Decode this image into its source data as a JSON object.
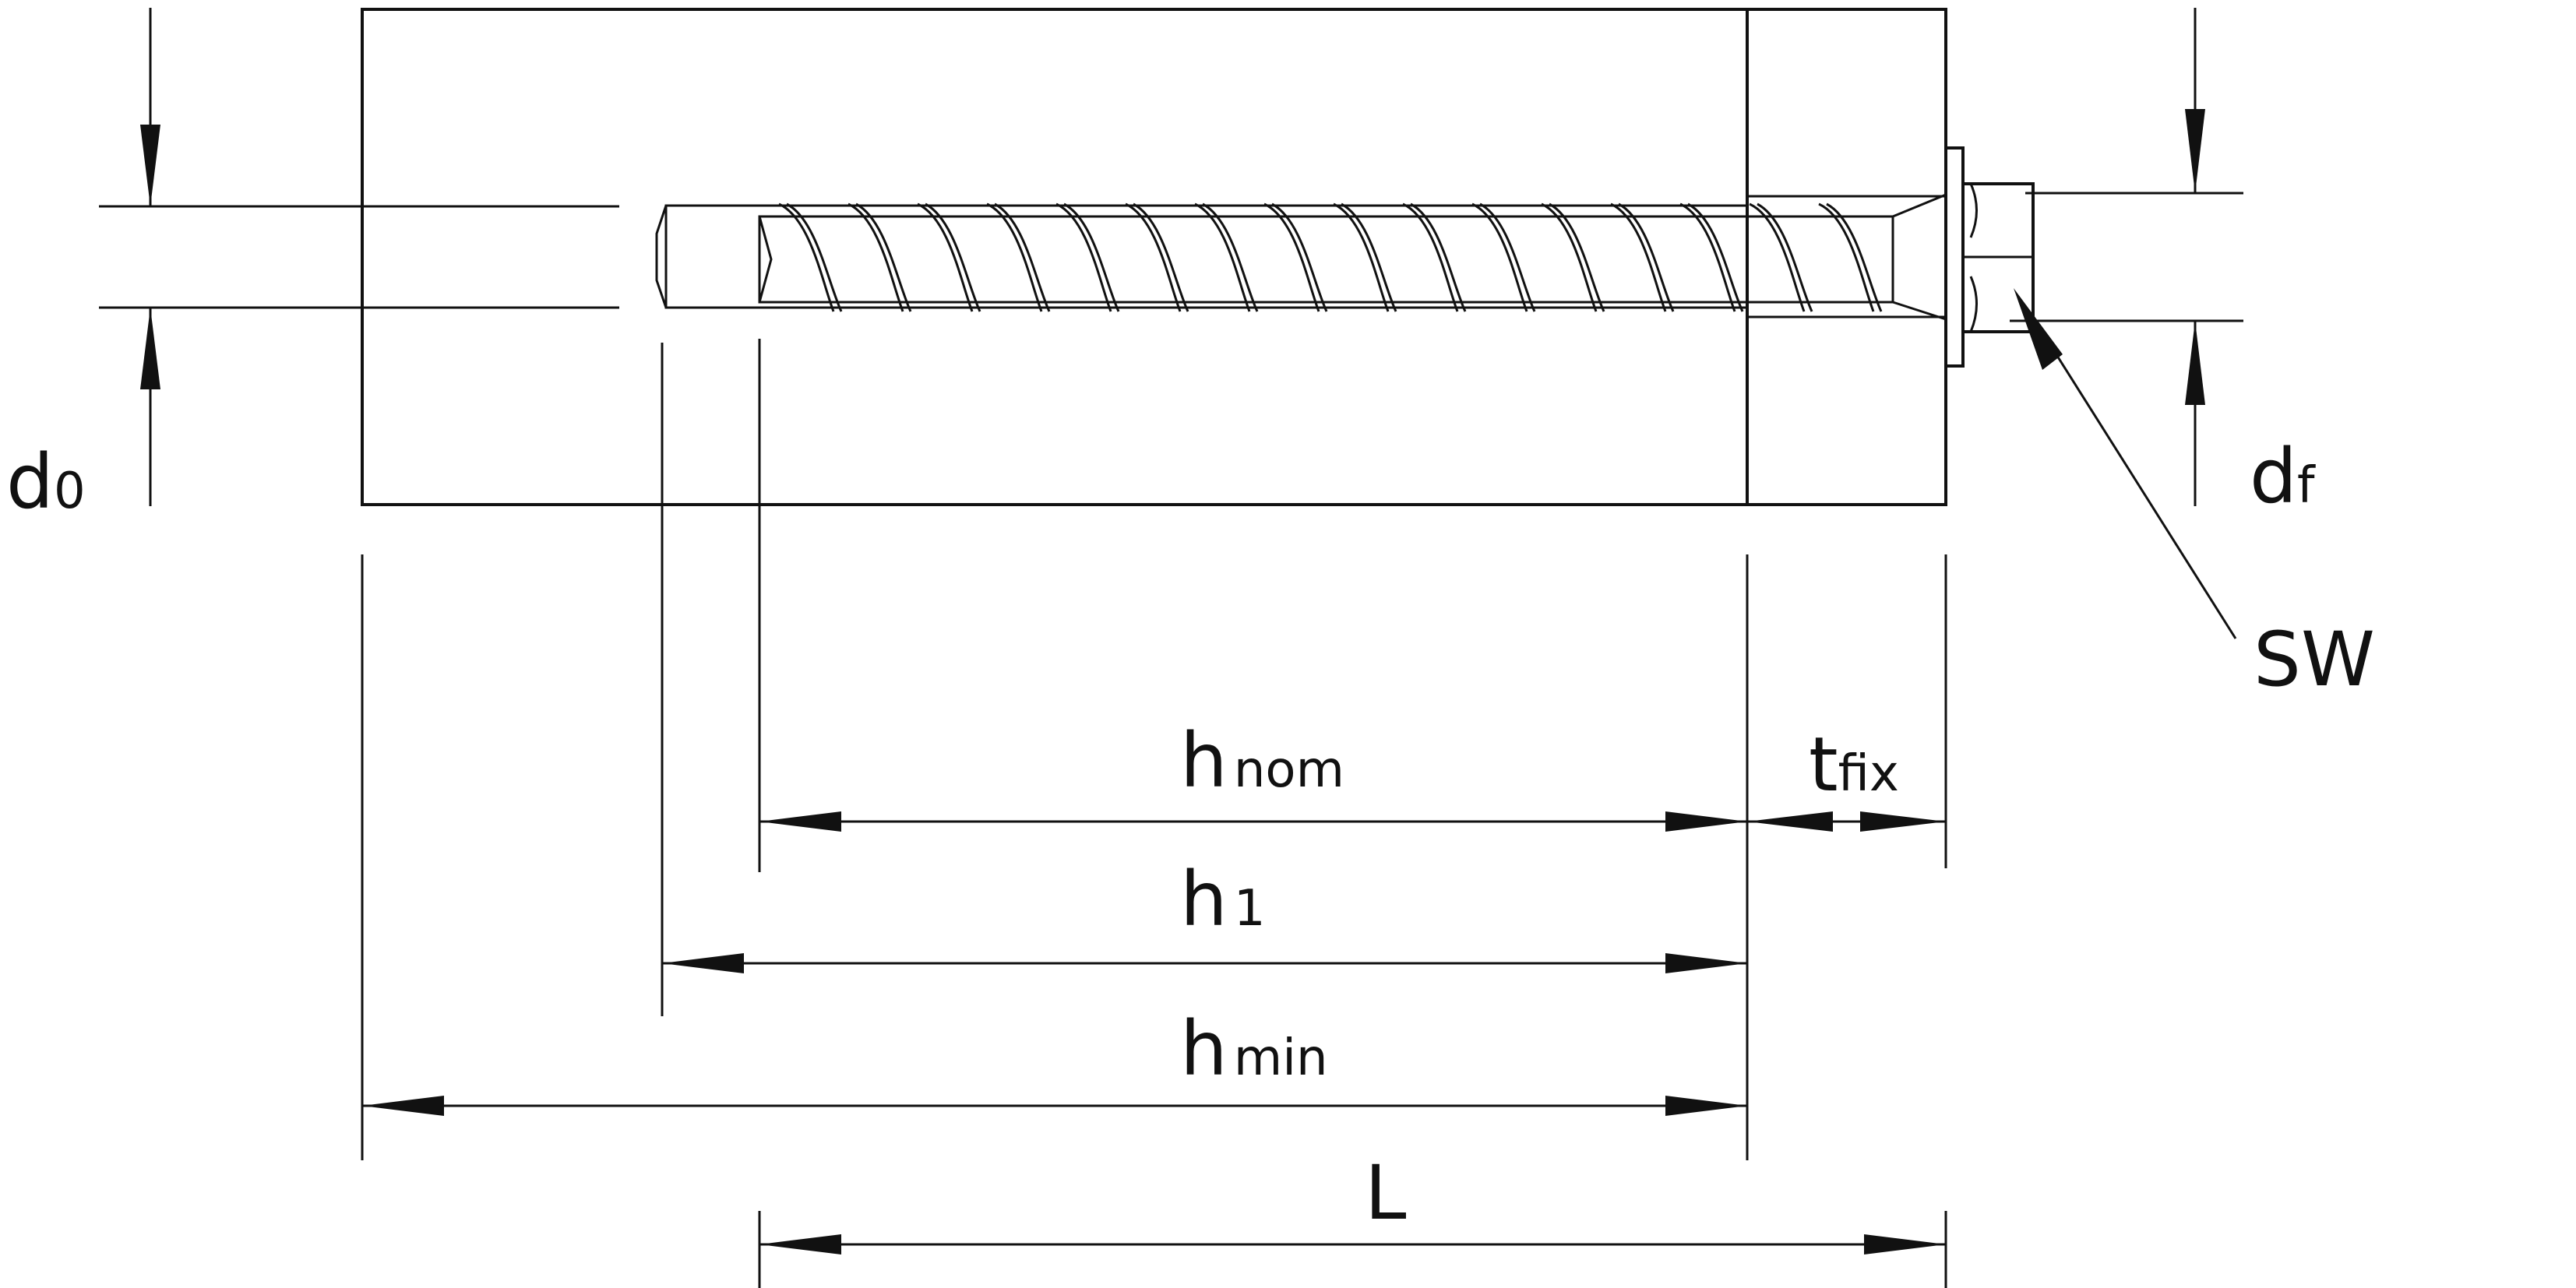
{
  "labels": {
    "d0": {
      "main": "d",
      "sub": "0"
    },
    "df": {
      "main": "d",
      "sub": "f"
    },
    "sw": {
      "main": "SW"
    },
    "tfix": {
      "main": "t",
      "sub": "fix"
    },
    "hnom": {
      "main": "h",
      "sub": "nom"
    },
    "h1": {
      "main": "h",
      "sub": "1"
    },
    "hmin": {
      "main": "h",
      "sub": "min"
    },
    "L": {
      "main": "L"
    }
  }
}
